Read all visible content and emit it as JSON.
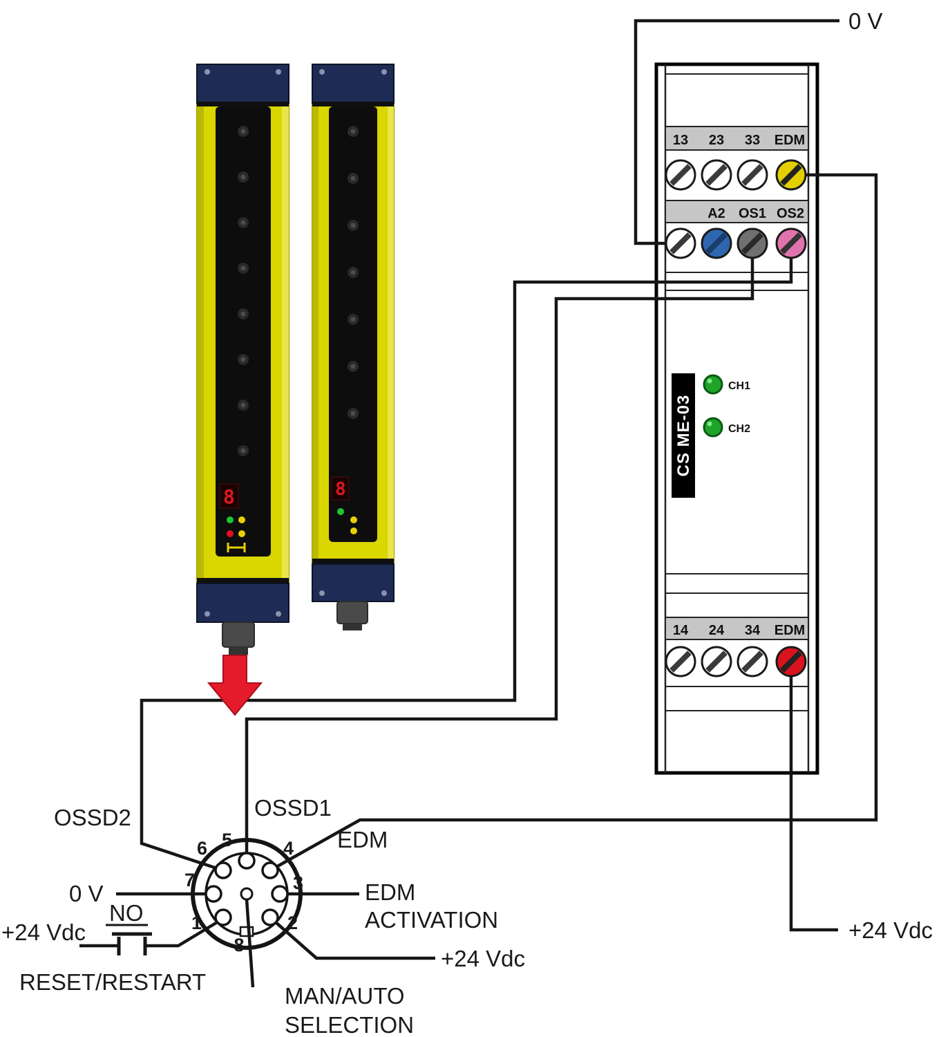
{
  "labels": {
    "zero_v_top": "0 V",
    "ossd2": "OSSD2",
    "ossd1": "OSSD1",
    "edm_pin4": "EDM",
    "zero_v_pin7": "0 V",
    "edm_activation_line1": "EDM",
    "edm_activation_line2": "ACTIVATION",
    "plus24_pin1": "+24 Vdc",
    "no_contact": "NO",
    "reset_restart": "RESET/RESTART",
    "plus24_pin2": "+24 Vdc",
    "man_auto_line1": "MAN/AUTO",
    "man_auto_line2": "SELECTION",
    "plus24_edm": "+24 Vdc"
  },
  "relay_module": {
    "model": "CS ME-03",
    "terminal_rows": {
      "top": [
        "13",
        "23",
        "33",
        "EDM"
      ],
      "middle": [
        "A2",
        "OS1",
        "OS2"
      ],
      "bottom": [
        "14",
        "24",
        "34",
        "EDM"
      ]
    },
    "leds": [
      "CH1",
      "CH2"
    ]
  },
  "connector": {
    "pin_numbers": [
      "1",
      "2",
      "3",
      "4",
      "5",
      "6",
      "7",
      "8"
    ]
  },
  "light_curtains": {
    "display_digit": "8"
  },
  "colors": {
    "wire": "#161616",
    "curtain_body_yellow": "#d9d600",
    "curtain_cap_navy": "#1e2c55",
    "arrow_red": "#e51a2b",
    "terminal_edm_top_yellow": "#e3cf00",
    "terminal_a2_blue": "#2e66b0",
    "terminal_os1_gray": "#707070",
    "terminal_os2_pink": "#df74ac",
    "terminal_edm_bottom_red": "#d8131f",
    "led_green": "#1fa32a",
    "strip_gray": "#c6c6c6"
  }
}
